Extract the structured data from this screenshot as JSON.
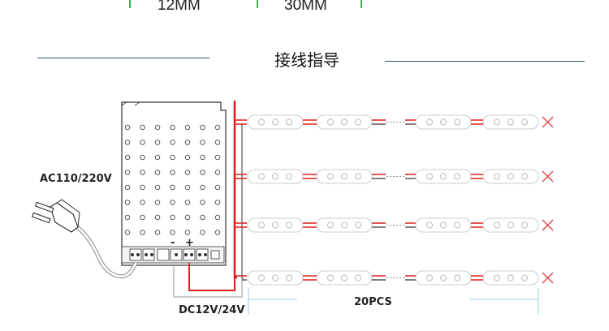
{
  "dimensions": {
    "width_label": "12MM",
    "length_label": "30MM"
  },
  "section": {
    "title": "接线指导"
  },
  "diagram": {
    "input_label": "AC110/220V",
    "output_label": "DC12V/24V",
    "count_label": "20PCS",
    "terminal_minus": "-",
    "terminal_plus": "+",
    "wire_colors": {
      "positive": "#e11d1d",
      "negative": "#555555",
      "cable": "#999999"
    },
    "end_mark_color": "#e04040",
    "dimension_line_color": "#8fd3e8"
  }
}
